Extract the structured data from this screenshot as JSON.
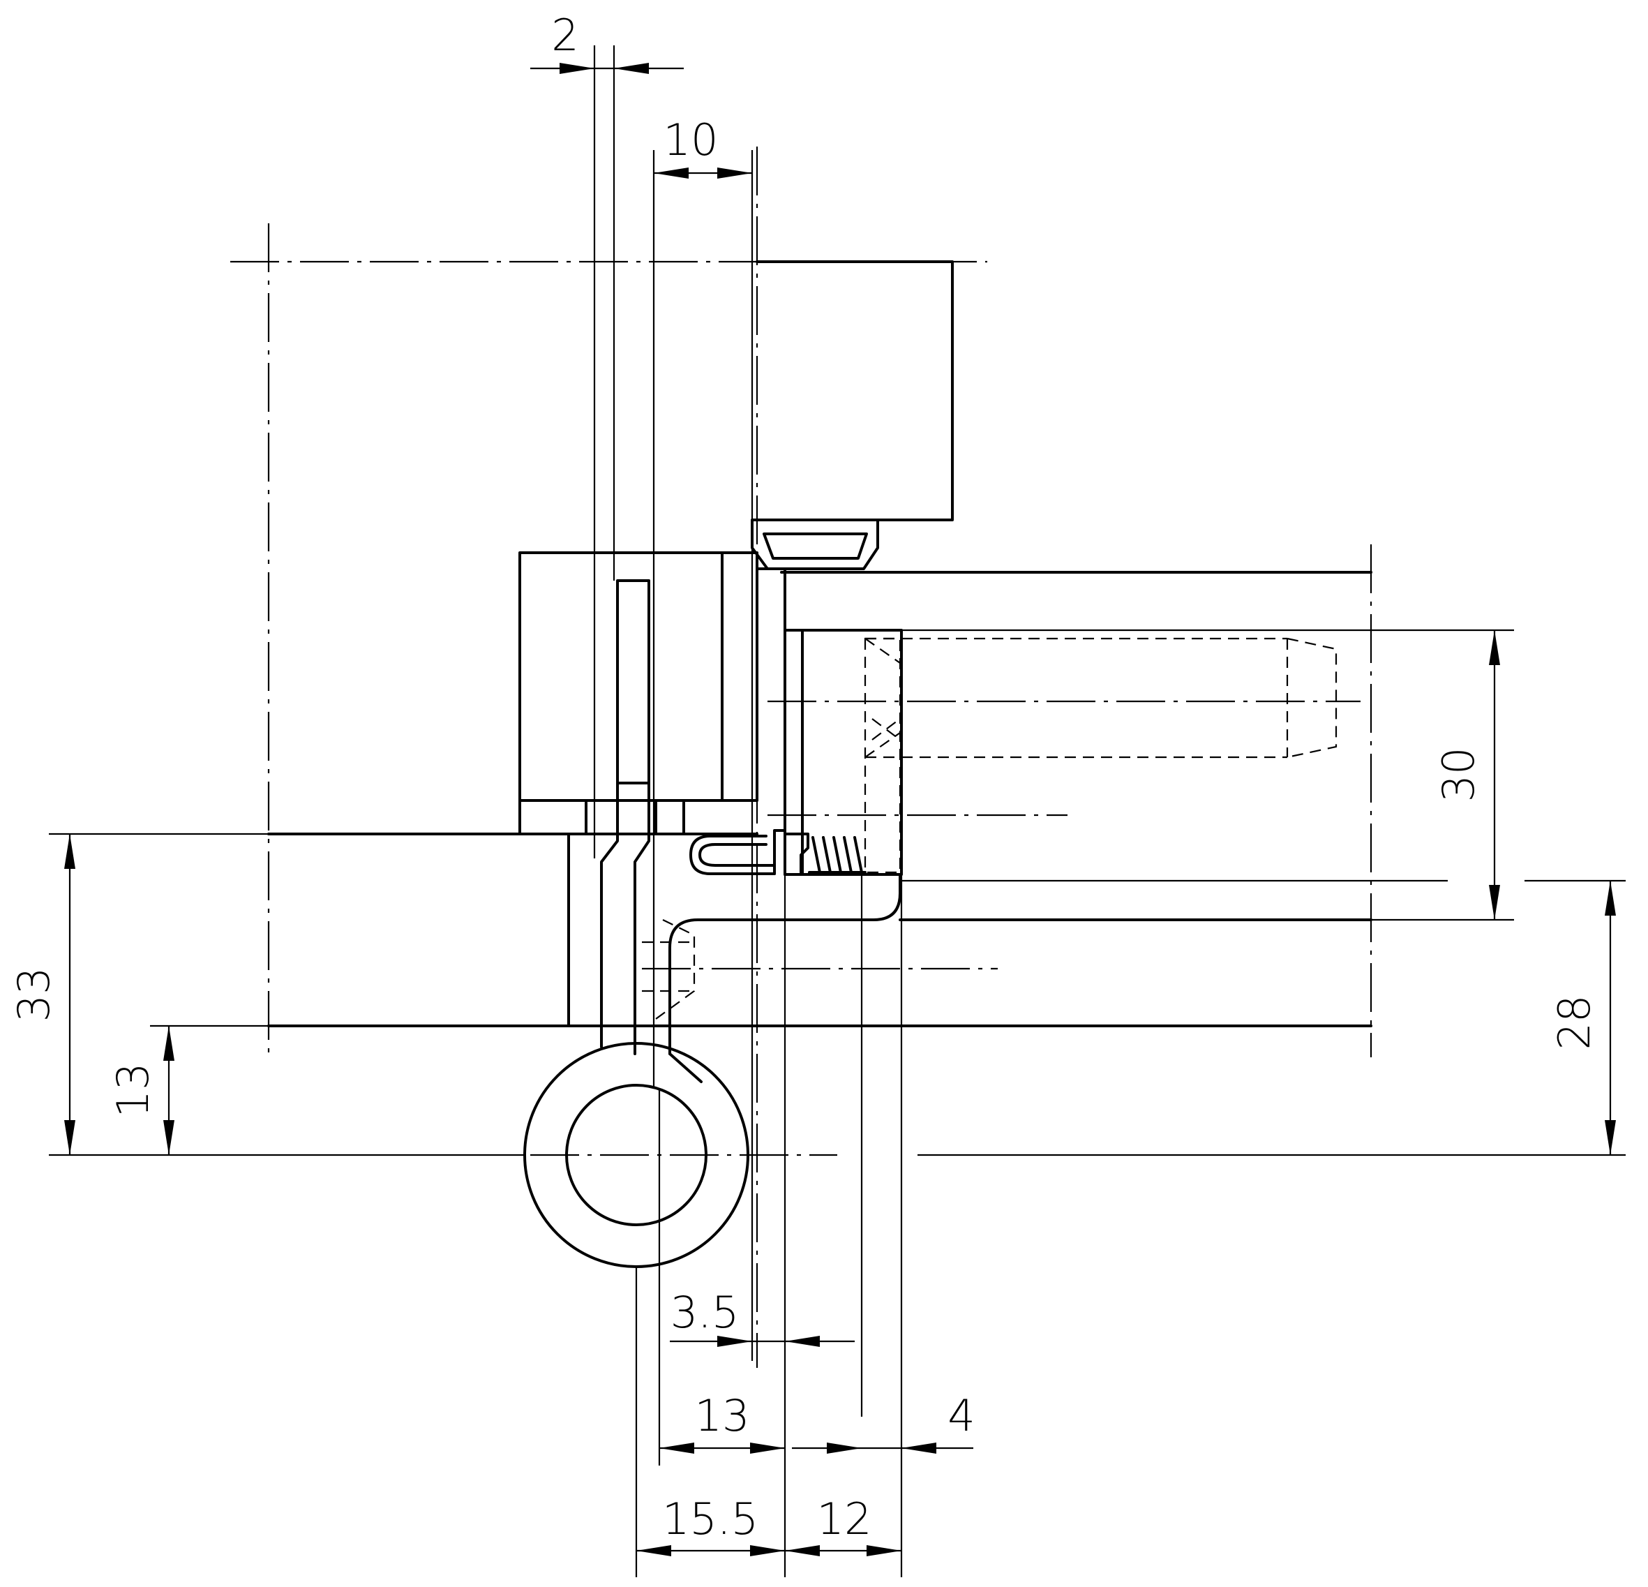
{
  "drawing": {
    "type": "technical drawing",
    "subject": "concealed hinge cross-section",
    "units": "mm"
  },
  "dimensions": {
    "gap_top": "2",
    "frame_offset_top": "10",
    "screw_spacing_right": "30",
    "overall_height_left": "33",
    "knuckle_offset_left": "13",
    "offset_right": "28",
    "bottom_3_5": "3.5",
    "bottom_13": "13",
    "bottom_4": "4",
    "bottom_15_5": "15.5",
    "bottom_12": "12"
  }
}
